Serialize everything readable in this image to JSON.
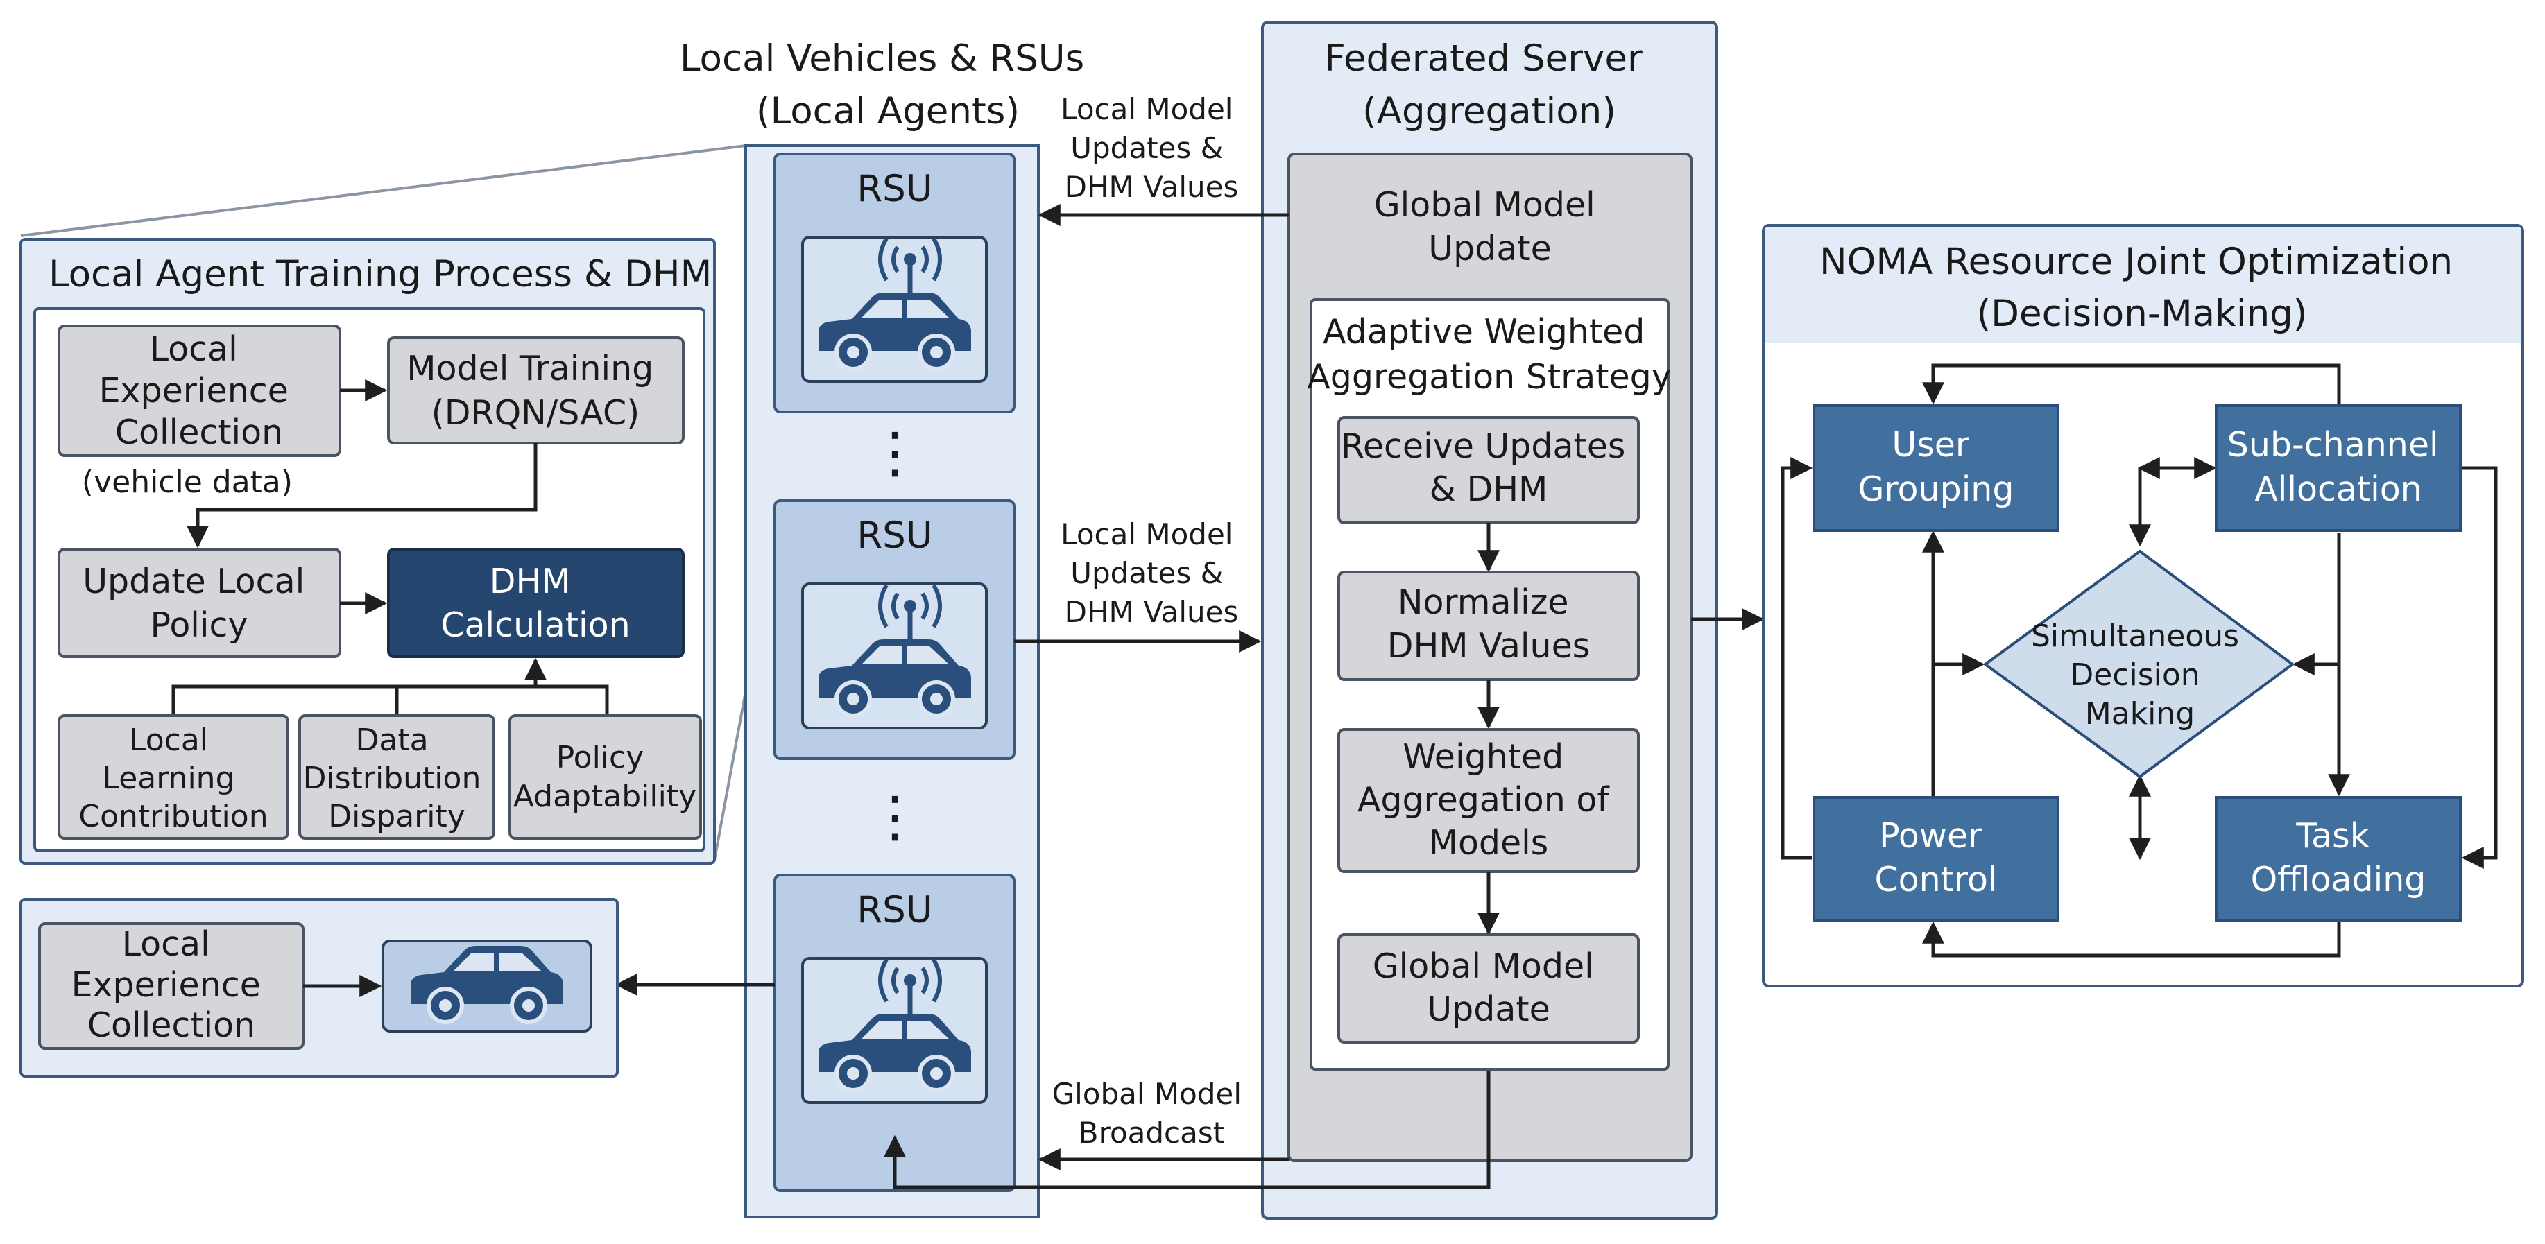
{
  "local_agents": {
    "title": [
      "Local Vehicles & RSUs",
      "(Local Agents)"
    ],
    "rsu_label": "RSU",
    "ellipsis": "⋮"
  },
  "federated_server": {
    "title": [
      "Federated Server",
      "(Aggregation)"
    ],
    "global_update_top": [
      "Global Model",
      "Update"
    ],
    "strategy_title": [
      "Adaptive Weighted",
      "Aggregation Strategy"
    ],
    "steps": [
      [
        "Receive Updates",
        "& DHM"
      ],
      [
        "Normalize",
        "DHM Values"
      ],
      [
        "Weighted",
        "Aggregation of",
        "Models"
      ],
      [
        "Global Model",
        "Update"
      ]
    ]
  },
  "training_panel": {
    "title": "Local Agent Training Process & DHM",
    "experience": [
      "Local",
      "Experience",
      "Collection"
    ],
    "vehicle_data": "(vehicle data)",
    "model_training": [
      "Model Training",
      "(DRQN/SAC)"
    ],
    "update_policy": [
      "Update Local",
      "Policy"
    ],
    "dhm_calc": [
      "DHM",
      "Calculation"
    ],
    "factors": [
      [
        "Local",
        "Learning",
        "Contribution"
      ],
      [
        "Data",
        "Distribution",
        "Disparity"
      ],
      [
        "Policy",
        "Adaptability"
      ]
    ]
  },
  "bottom_panel": {
    "experience": [
      "Local",
      "Experience",
      "Collection"
    ]
  },
  "noma": {
    "title": [
      "NOMA Resource Joint Optimization",
      "(Decision-Making)"
    ],
    "user_grouping": [
      "User",
      "Grouping"
    ],
    "subchannel": [
      "Sub-channel",
      "Allocation"
    ],
    "decision": [
      "Simultaneous",
      "Decision",
      "Making"
    ],
    "power": [
      "Power",
      "Control"
    ],
    "task": [
      "Task",
      "Offloading"
    ]
  },
  "arrows": {
    "upload_top": [
      "Local Model",
      "Updates &",
      "DHM Values"
    ],
    "upload_mid": [
      "Local Model",
      "Updates &",
      "DHM Values"
    ],
    "broadcast": [
      "Global Model",
      "Broadcast"
    ]
  },
  "colors": {
    "panel_fill": "#e3ecf6",
    "panel_stroke": "#3b5a7e",
    "rsu_fill": "#b9cde6",
    "gray_box": "#d4d6da",
    "dark_box": "#24466f",
    "noma_box": "#41709f"
  }
}
